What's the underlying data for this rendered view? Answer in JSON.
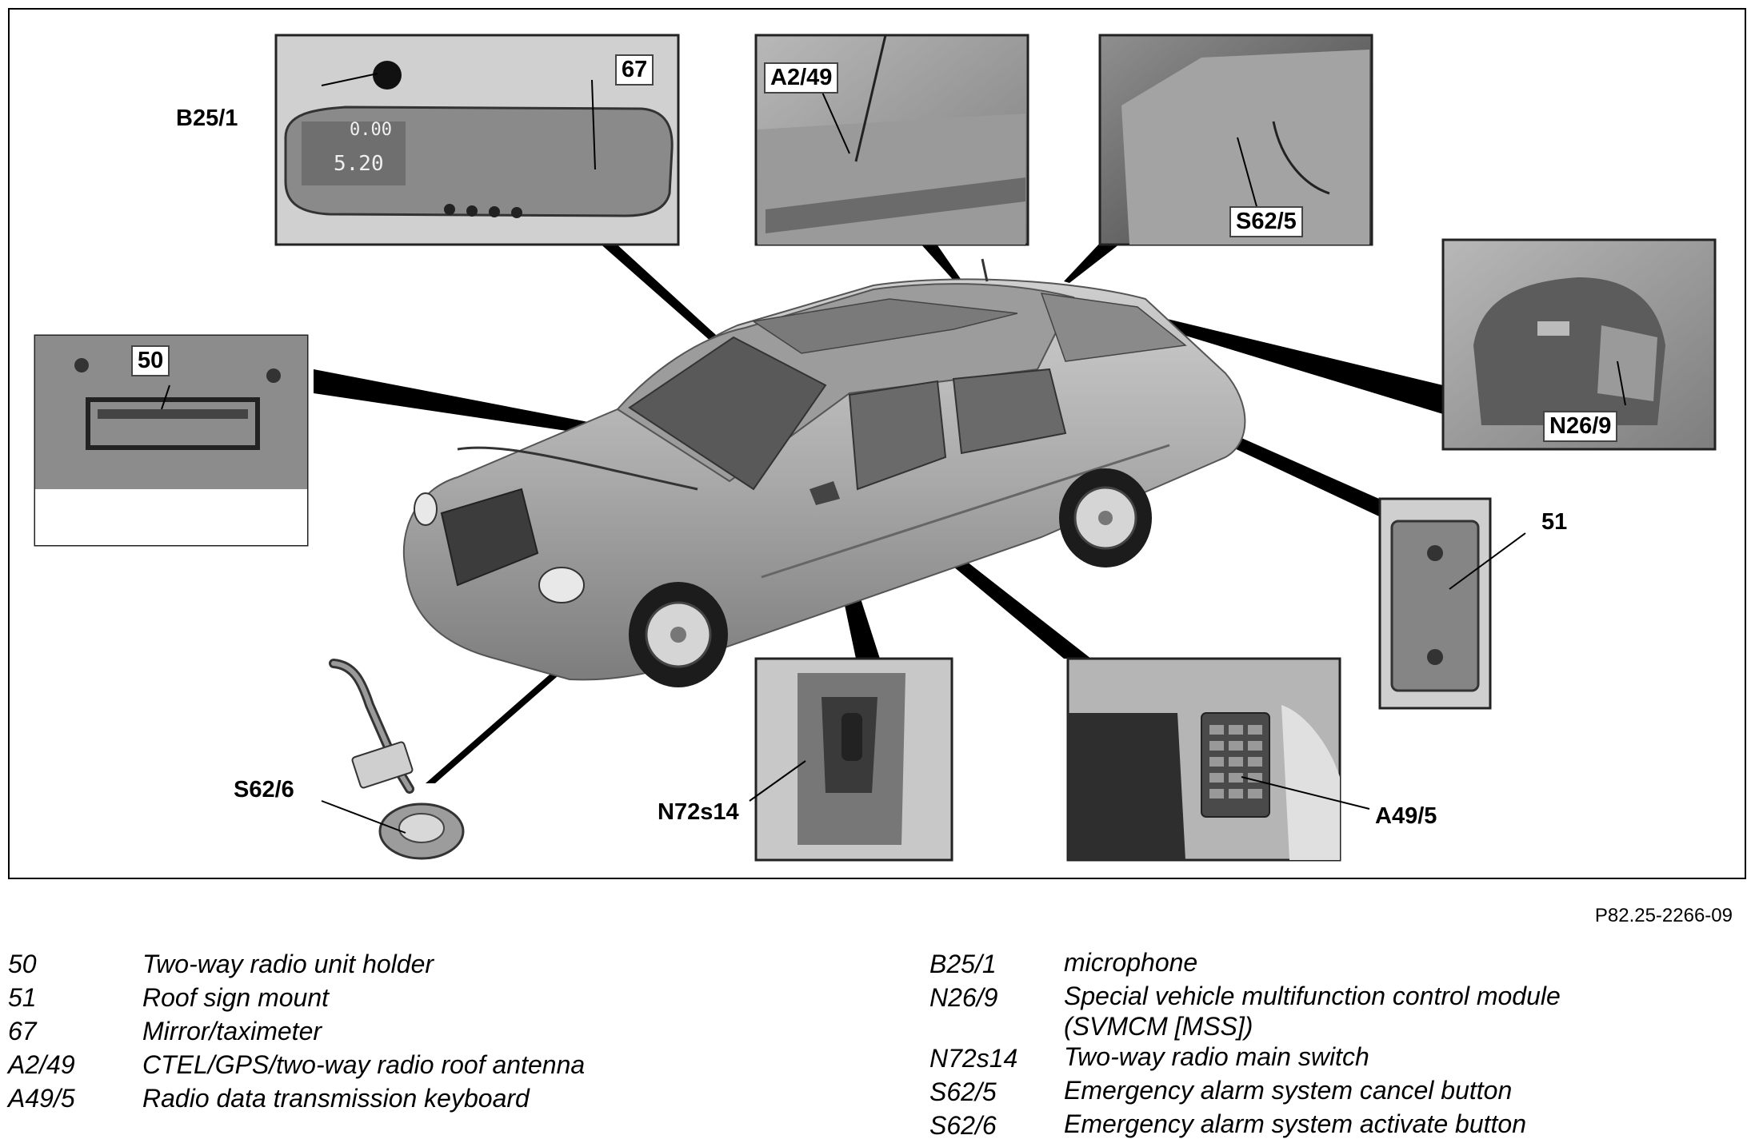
{
  "callouts": {
    "b25_1": "B25/1",
    "c67": "67",
    "a2_49": "A2/49",
    "s62_5": "S62/5",
    "c50": "50",
    "n26_9": "N26/9",
    "c51": "51",
    "s62_6": "S62/6",
    "n72s14": "N72s14",
    "a49_5": "A49/5"
  },
  "mirror_display": {
    "line1": "0.00",
    "line2": "5.20"
  },
  "figure_ref": "P82.25-2266-09",
  "legend_left": [
    {
      "code": "50",
      "desc": "Two-way radio unit holder"
    },
    {
      "code": "51",
      "desc": "Roof sign mount"
    },
    {
      "code": "67",
      "desc": "Mirror/taximeter"
    },
    {
      "code": "A2/49",
      "desc": "CTEL/GPS/two-way radio roof antenna"
    },
    {
      "code": "A49/5",
      "desc": "Radio data transmission keyboard"
    }
  ],
  "legend_right": [
    {
      "code": "B25/1",
      "desc": "microphone"
    },
    {
      "code": "N26/9",
      "desc": "Special vehicle multifunction control module",
      "desc2": "(SVMCM [MSS])"
    },
    {
      "code": "N72s14",
      "desc": "Two-way radio main switch"
    },
    {
      "code": "S62/5",
      "desc": "Emergency alarm system cancel button"
    },
    {
      "code": "S62/6",
      "desc": "Emergency alarm system activate button"
    }
  ]
}
